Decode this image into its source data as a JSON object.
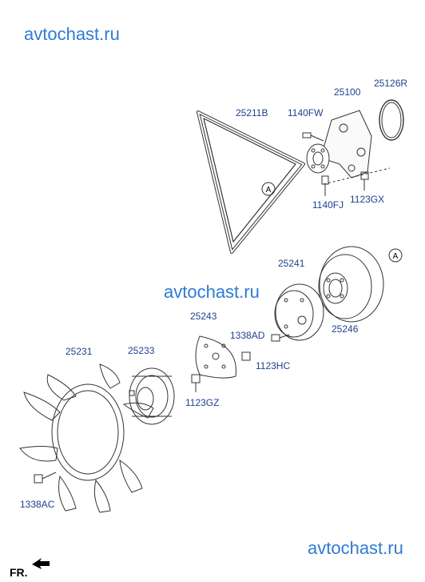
{
  "watermark": "avtochast.ru",
  "ref_marker": "A",
  "front_label": "FR.",
  "colors": {
    "label": "#1f3f8f",
    "watermark": "#2e7bd6",
    "line": "#333333"
  },
  "parts": {
    "p25100": "25100",
    "p25126R": "25126R",
    "p25211B": "25211B",
    "p1140FW": "1140FW",
    "p1140FJ": "1140FJ",
    "p1123GX": "1123GX",
    "p25241": "25241",
    "p25246": "25246",
    "p25243": "25243",
    "p1338AD": "1338AD",
    "p1123HC": "1123HC",
    "p25231": "25231",
    "p25233": "25233",
    "p1123GZ": "1123GZ",
    "p1338AC": "1338AC"
  }
}
